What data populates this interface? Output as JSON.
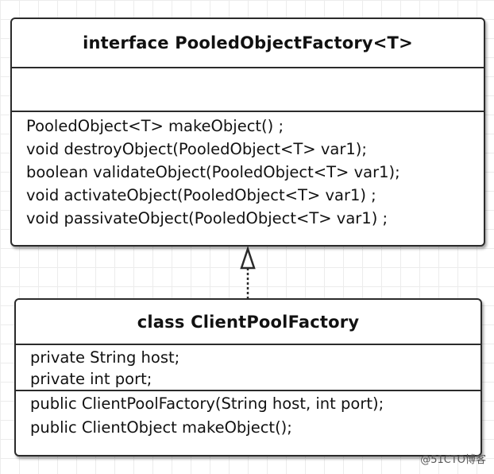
{
  "interface": {
    "title": "interface PooledObjectFactory<T>",
    "attributes": [],
    "operations": [
      "PooledObject<T> makeObject() ;",
      "void destroyObject(PooledObject<T> var1);",
      "boolean validateObject(PooledObject<T> var1);",
      "void activateObject(PooledObject<T> var1) ;",
      "void passivateObject(PooledObject<T> var1) ;"
    ]
  },
  "class": {
    "title": "class ClientPoolFactory",
    "attributes": [
      "private String host;",
      "private int port;"
    ],
    "operations": [
      "public ClientPoolFactory(String host, int port);",
      "public ClientObject makeObject();"
    ]
  },
  "relationship": {
    "type": "realization",
    "from": "class ClientPoolFactory",
    "to": "interface PooledObjectFactory<T>"
  },
  "watermark": "@51CTO博客",
  "colors": {
    "border": "#2b2b2b",
    "background": "#ffffff",
    "grid": "#ececec"
  }
}
